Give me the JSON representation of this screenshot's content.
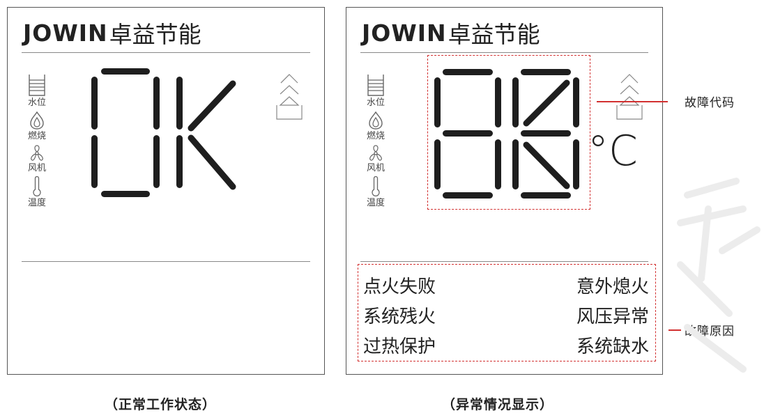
{
  "brand": {
    "logo": "JOWIN",
    "name": "卓益节能"
  },
  "indicators": [
    {
      "label": "水位",
      "icon": "water-level-icon"
    },
    {
      "label": "燃烧",
      "icon": "flame-icon"
    },
    {
      "label": "风机",
      "icon": "fan-icon"
    },
    {
      "label": "温度",
      "icon": "thermometer-icon"
    }
  ],
  "normal_panel": {
    "display": "OK"
  },
  "abnormal_panel": {
    "display": "88",
    "unit": "°C",
    "faults_left": [
      "点火失败",
      "系统残火",
      "过热保护"
    ],
    "faults_right": [
      "意外熄火",
      "风压异常",
      "系统缺水"
    ]
  },
  "callouts": {
    "fault_code": "故障代码",
    "fault_reason": "故障原因"
  },
  "captions": {
    "normal": "（正常工作状态）",
    "abnormal": "（异常情况显示）"
  },
  "colors": {
    "segment": "#1e1e1e",
    "callout": "#d23030",
    "border": "#555555"
  }
}
